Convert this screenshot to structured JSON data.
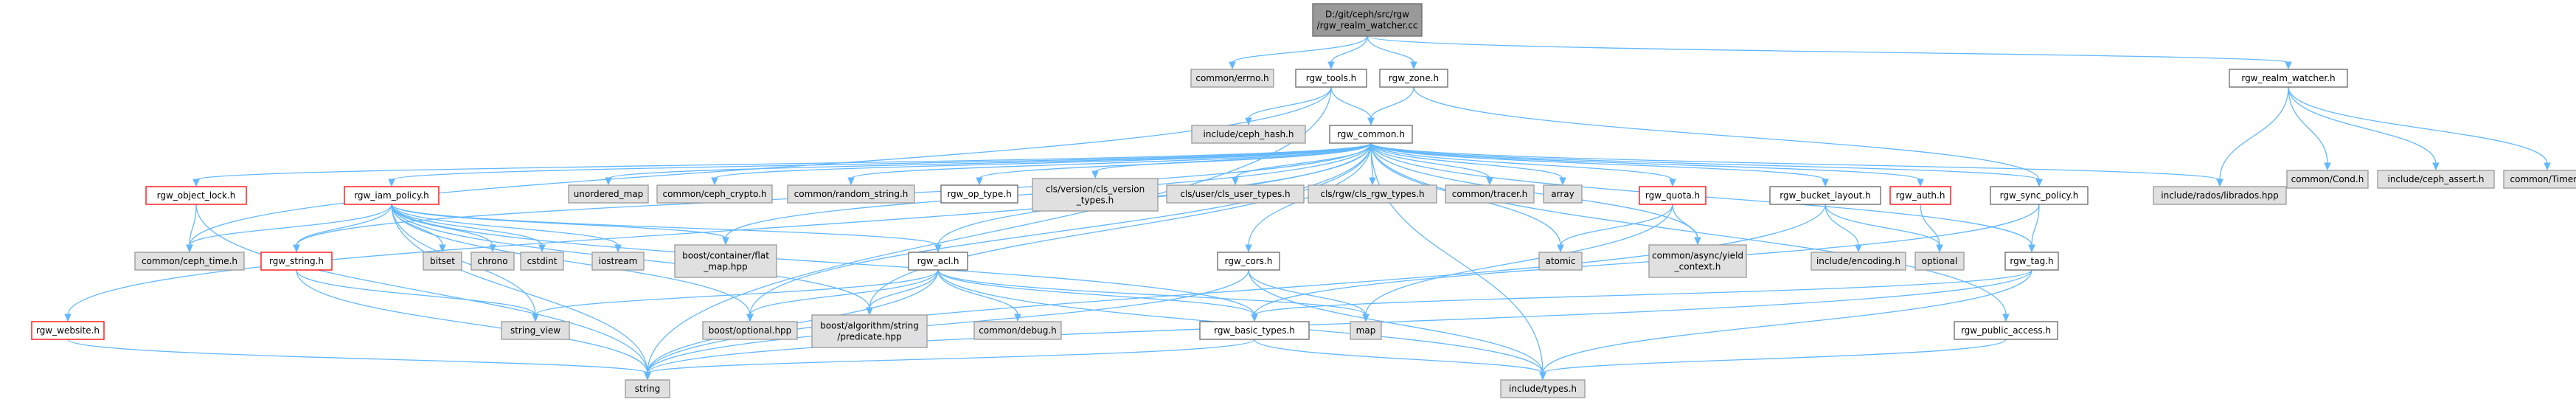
{
  "colors": {
    "root_fill": "#999999",
    "root_stroke": "#666666",
    "local_fill": "#ffffff",
    "local_stroke": "#666666",
    "system_fill": "#e0e0e0",
    "system_stroke": "#999999",
    "red_stroke": "#ff0000",
    "edge": "#63b8ff"
  },
  "nodes": [
    {
      "id": "root",
      "lines": [
        "D:/git/ceph/src/rgw",
        "/rgw_realm_watcher.cc"
      ],
      "style": "root"
    },
    {
      "id": "errno",
      "lines": [
        "common/errno.h"
      ],
      "style": "system"
    },
    {
      "id": "rgw_tools",
      "lines": [
        "rgw_tools.h"
      ],
      "style": "local"
    },
    {
      "id": "rgw_zone",
      "lines": [
        "rgw_zone.h"
      ],
      "style": "local"
    },
    {
      "id": "rgw_realm_watcher",
      "lines": [
        "rgw_realm_watcher.h"
      ],
      "style": "local"
    },
    {
      "id": "ceph_hash",
      "lines": [
        "include/ceph_hash.h"
      ],
      "style": "system"
    },
    {
      "id": "rgw_common",
      "lines": [
        "rgw_common.h"
      ],
      "style": "local"
    },
    {
      "id": "cond",
      "lines": [
        "common/Cond.h"
      ],
      "style": "system"
    },
    {
      "id": "ceph_assert",
      "lines": [
        "include/ceph_assert.h"
      ],
      "style": "system"
    },
    {
      "id": "timer",
      "lines": [
        "common/Timer.h"
      ],
      "style": "system"
    },
    {
      "id": "rgw_object_lock",
      "lines": [
        "rgw_object_lock.h"
      ],
      "style": "red"
    },
    {
      "id": "rgw_iam_policy",
      "lines": [
        "rgw_iam_policy.h"
      ],
      "style": "red"
    },
    {
      "id": "unordered_map",
      "lines": [
        "unordered_map"
      ],
      "style": "system"
    },
    {
      "id": "ceph_crypto",
      "lines": [
        "common/ceph_crypto.h"
      ],
      "style": "system"
    },
    {
      "id": "random_string",
      "lines": [
        "common/random_string.h"
      ],
      "style": "system"
    },
    {
      "id": "rgw_op_type",
      "lines": [
        "rgw_op_type.h"
      ],
      "style": "local"
    },
    {
      "id": "cls_version",
      "lines": [
        "cls/version/cls_version",
        "_types.h"
      ],
      "style": "system"
    },
    {
      "id": "cls_user",
      "lines": [
        "cls/user/cls_user_types.h"
      ],
      "style": "system"
    },
    {
      "id": "cls_rgw",
      "lines": [
        "cls/rgw/cls_rgw_types.h"
      ],
      "style": "system"
    },
    {
      "id": "tracer",
      "lines": [
        "common/tracer.h"
      ],
      "style": "system"
    },
    {
      "id": "array",
      "lines": [
        "array"
      ],
      "style": "system"
    },
    {
      "id": "rgw_quota",
      "lines": [
        "rgw_quota.h"
      ],
      "style": "red"
    },
    {
      "id": "rgw_bucket_layout",
      "lines": [
        "rgw_bucket_layout.h"
      ],
      "style": "local"
    },
    {
      "id": "rgw_auth",
      "lines": [
        "rgw_auth.h"
      ],
      "style": "red"
    },
    {
      "id": "rgw_sync_policy",
      "lines": [
        "rgw_sync_policy.h"
      ],
      "style": "local"
    },
    {
      "id": "librados",
      "lines": [
        "include/rados/librados.hpp"
      ],
      "style": "system"
    },
    {
      "id": "ceph_time",
      "lines": [
        "common/ceph_time.h"
      ],
      "style": "system"
    },
    {
      "id": "rgw_string",
      "lines": [
        "rgw_string.h"
      ],
      "style": "red"
    },
    {
      "id": "bitset",
      "lines": [
        "bitset"
      ],
      "style": "system"
    },
    {
      "id": "chrono",
      "lines": [
        "chrono"
      ],
      "style": "system"
    },
    {
      "id": "cstdint",
      "lines": [
        "cstdint"
      ],
      "style": "system"
    },
    {
      "id": "iostream",
      "lines": [
        "iostream"
      ],
      "style": "system"
    },
    {
      "id": "flat_map",
      "lines": [
        "boost/container/flat",
        "_map.hpp"
      ],
      "style": "system"
    },
    {
      "id": "rgw_acl",
      "lines": [
        "rgw_acl.h"
      ],
      "style": "local"
    },
    {
      "id": "rgw_cors",
      "lines": [
        "rgw_cors.h"
      ],
      "style": "local"
    },
    {
      "id": "atomic",
      "lines": [
        "atomic"
      ],
      "style": "system"
    },
    {
      "id": "yield_context",
      "lines": [
        "common/async/yield",
        "_context.h"
      ],
      "style": "system"
    },
    {
      "id": "encoding",
      "lines": [
        "include/encoding.h"
      ],
      "style": "system"
    },
    {
      "id": "optional",
      "lines": [
        "optional"
      ],
      "style": "system"
    },
    {
      "id": "rgw_tag",
      "lines": [
        "rgw_tag.h"
      ],
      "style": "local"
    },
    {
      "id": "rgw_website",
      "lines": [
        "rgw_website.h"
      ],
      "style": "red"
    },
    {
      "id": "string_view",
      "lines": [
        "string_view"
      ],
      "style": "system"
    },
    {
      "id": "boost_optional",
      "lines": [
        "boost/optional.hpp"
      ],
      "style": "system"
    },
    {
      "id": "predicate",
      "lines": [
        "boost/algorithm/string",
        "/predicate.hpp"
      ],
      "style": "system"
    },
    {
      "id": "debug",
      "lines": [
        "common/debug.h"
      ],
      "style": "system"
    },
    {
      "id": "map",
      "lines": [
        "map"
      ],
      "style": "system"
    },
    {
      "id": "rgw_basic_types",
      "lines": [
        "rgw_basic_types.h"
      ],
      "style": "local"
    },
    {
      "id": "rgw_public_access",
      "lines": [
        "rgw_public_access.h"
      ],
      "style": "local"
    },
    {
      "id": "string",
      "lines": [
        "string"
      ],
      "style": "system"
    },
    {
      "id": "types",
      "lines": [
        "include/types.h"
      ],
      "style": "system"
    }
  ],
  "edges": [
    [
      "root",
      "errno"
    ],
    [
      "root",
      "rgw_tools"
    ],
    [
      "root",
      "rgw_zone"
    ],
    [
      "root",
      "rgw_realm_watcher"
    ],
    [
      "rgw_tools",
      "ceph_hash"
    ],
    [
      "rgw_tools",
      "rgw_common"
    ],
    [
      "rgw_tools",
      "string"
    ],
    [
      "rgw_tools",
      "ceph_time"
    ],
    [
      "rgw_zone",
      "rgw_common"
    ],
    [
      "rgw_zone",
      "rgw_sync_policy"
    ],
    [
      "rgw_realm_watcher",
      "librados"
    ],
    [
      "rgw_realm_watcher",
      "cond"
    ],
    [
      "rgw_realm_watcher",
      "ceph_assert"
    ],
    [
      "rgw_realm_watcher",
      "timer"
    ],
    [
      "rgw_common",
      "rgw_object_lock"
    ],
    [
      "rgw_common",
      "rgw_iam_policy"
    ],
    [
      "rgw_common",
      "unordered_map"
    ],
    [
      "rgw_common",
      "ceph_crypto"
    ],
    [
      "rgw_common",
      "random_string"
    ],
    [
      "rgw_common",
      "rgw_op_type"
    ],
    [
      "rgw_common",
      "cls_version"
    ],
    [
      "rgw_common",
      "cls_user"
    ],
    [
      "rgw_common",
      "cls_rgw"
    ],
    [
      "rgw_common",
      "tracer"
    ],
    [
      "rgw_common",
      "array"
    ],
    [
      "rgw_common",
      "rgw_quota"
    ],
    [
      "rgw_common",
      "rgw_bucket_layout"
    ],
    [
      "rgw_common",
      "rgw_auth"
    ],
    [
      "rgw_common",
      "rgw_sync_policy"
    ],
    [
      "rgw_common",
      "librados"
    ],
    [
      "rgw_common",
      "rgw_website"
    ],
    [
      "rgw_common",
      "rgw_string"
    ],
    [
      "rgw_common",
      "rgw_acl"
    ],
    [
      "rgw_common",
      "rgw_cors"
    ],
    [
      "rgw_common",
      "rgw_tag"
    ],
    [
      "rgw_common",
      "rgw_public_access"
    ],
    [
      "rgw_common",
      "atomic"
    ],
    [
      "rgw_common",
      "yield_context"
    ],
    [
      "rgw_common",
      "types"
    ],
    [
      "rgw_common",
      "flat_map"
    ],
    [
      "rgw_common",
      "boost_optional"
    ],
    [
      "rgw_common",
      "predicate"
    ],
    [
      "rgw_object_lock",
      "ceph_time"
    ],
    [
      "rgw_object_lock",
      "string"
    ],
    [
      "rgw_iam_policy",
      "ceph_time"
    ],
    [
      "rgw_iam_policy",
      "rgw_string"
    ],
    [
      "rgw_iam_policy",
      "bitset"
    ],
    [
      "rgw_iam_policy",
      "chrono"
    ],
    [
      "rgw_iam_policy",
      "cstdint"
    ],
    [
      "rgw_iam_policy",
      "iostream"
    ],
    [
      "rgw_iam_policy",
      "flat_map"
    ],
    [
      "rgw_iam_policy",
      "rgw_acl"
    ],
    [
      "rgw_iam_policy",
      "string_view"
    ],
    [
      "rgw_iam_policy",
      "string"
    ],
    [
      "rgw_iam_policy",
      "boost_optional"
    ],
    [
      "rgw_iam_policy",
      "predicate"
    ],
    [
      "rgw_iam_policy",
      "rgw_basic_types"
    ],
    [
      "rgw_string",
      "string_view"
    ],
    [
      "rgw_string",
      "string"
    ],
    [
      "rgw_acl",
      "string_view"
    ],
    [
      "rgw_acl",
      "boost_optional"
    ],
    [
      "rgw_acl",
      "predicate"
    ],
    [
      "rgw_acl",
      "debug"
    ],
    [
      "rgw_acl",
      "map"
    ],
    [
      "rgw_acl",
      "rgw_basic_types"
    ],
    [
      "rgw_acl",
      "string"
    ],
    [
      "rgw_acl",
      "types"
    ],
    [
      "rgw_cors",
      "map"
    ],
    [
      "rgw_cors",
      "string"
    ],
    [
      "rgw_cors",
      "types"
    ],
    [
      "rgw_quota",
      "atomic"
    ],
    [
      "rgw_quota",
      "yield_context"
    ],
    [
      "rgw_quota",
      "map"
    ],
    [
      "rgw_bucket_layout",
      "encoding"
    ],
    [
      "rgw_bucket_layout",
      "optional"
    ],
    [
      "rgw_bucket_layout",
      "string"
    ],
    [
      "rgw_auth",
      "optional"
    ],
    [
      "rgw_sync_policy",
      "rgw_tag"
    ],
    [
      "rgw_sync_policy",
      "rgw_basic_types"
    ],
    [
      "rgw_tag",
      "rgw_basic_types"
    ],
    [
      "rgw_tag",
      "types"
    ],
    [
      "rgw_tag",
      "string"
    ],
    [
      "rgw_website",
      "string"
    ],
    [
      "rgw_basic_types",
      "string"
    ],
    [
      "rgw_basic_types",
      "types"
    ],
    [
      "rgw_public_access",
      "types"
    ]
  ]
}
